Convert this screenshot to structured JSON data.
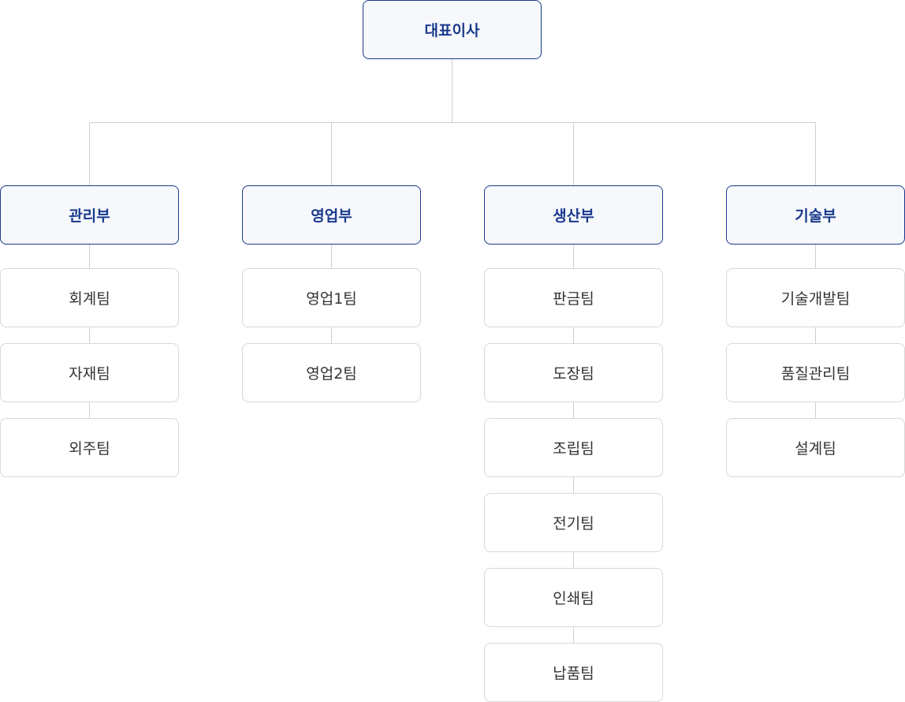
{
  "ceo": {
    "label": "대표이사"
  },
  "departments": [
    {
      "label": "관리부",
      "teams": [
        "회계팀",
        "자재팀",
        "외주팀"
      ]
    },
    {
      "label": "영업부",
      "teams": [
        "영업1팀",
        "영업2팀"
      ]
    },
    {
      "label": "생산부",
      "teams": [
        "판금팀",
        "도장팀",
        "조립팀",
        "전기팀",
        "인쇄팀",
        "납품팀"
      ]
    },
    {
      "label": "기술부",
      "teams": [
        "기술개발팀",
        "품질관리팀",
        "설계팀"
      ]
    }
  ],
  "colors": {
    "head_border": "#1b3a8c",
    "head_text": "#1b3a8c",
    "head_fill": "#f6f8fc",
    "team_border": "#d8d8d8",
    "connector": "#cfcfcf"
  }
}
